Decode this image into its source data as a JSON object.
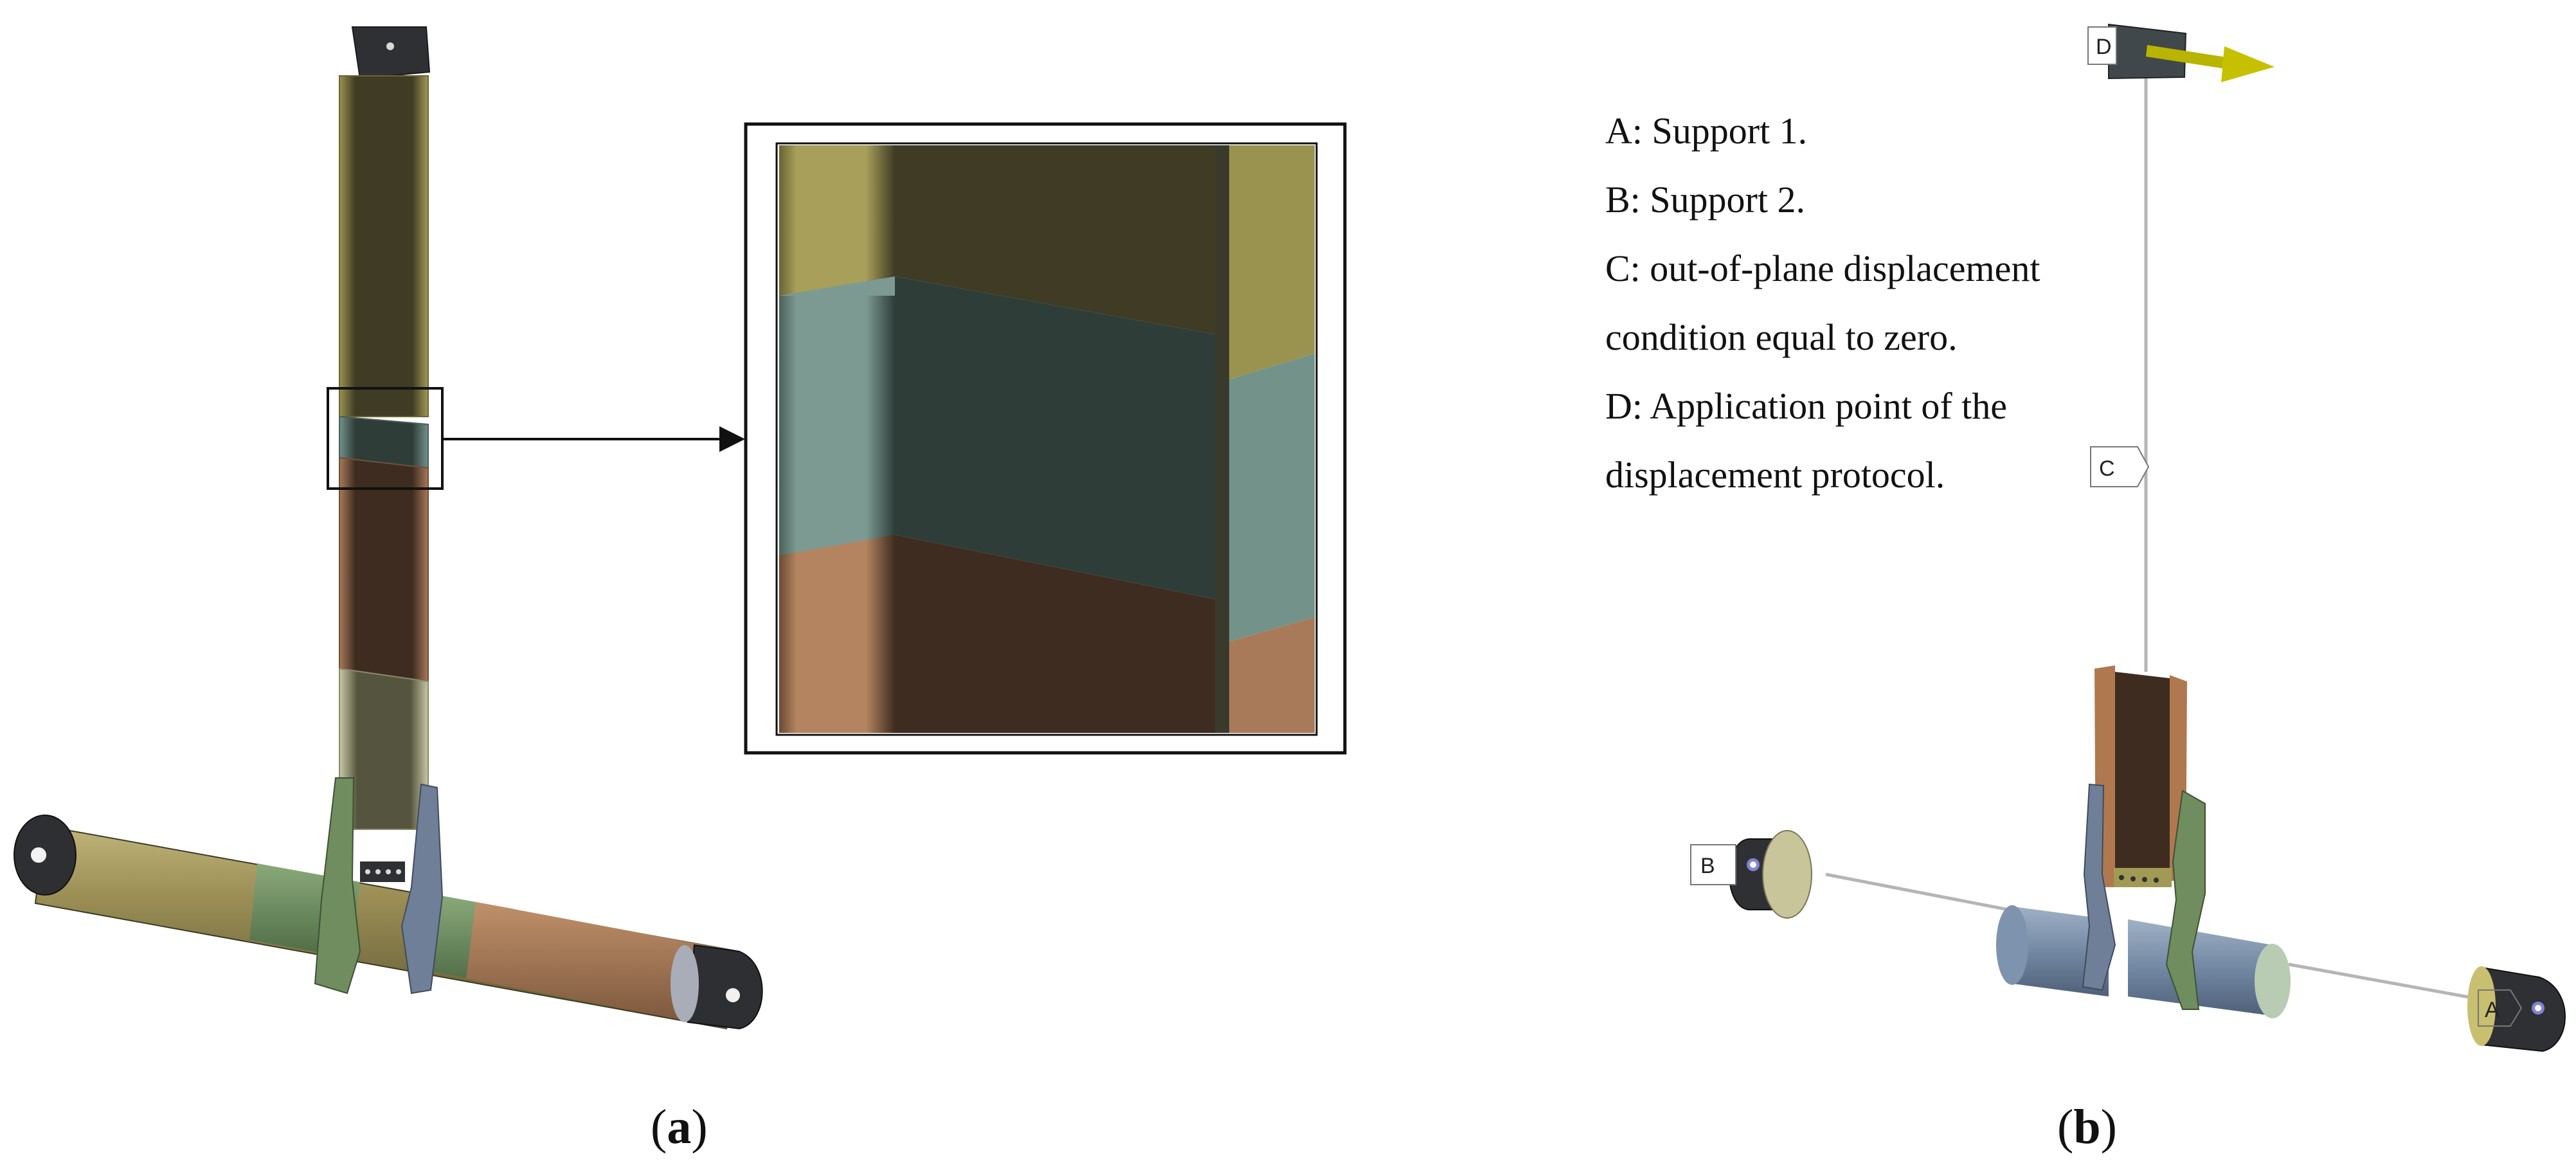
{
  "legend": {
    "line1": "A: Support 1.",
    "line2": "B: Support 2.",
    "line3": "C: out-of-plane displacement",
    "line4": "condition equal to zero.",
    "line5": "D: Application point of the",
    "line6": "displacement protocol."
  },
  "labels": {
    "A": "A",
    "B": "B",
    "C": "C",
    "D": "D"
  },
  "captions": {
    "a_letter": "a",
    "b_letter": "b"
  },
  "colors": {
    "yellow_section": "#8f8a48",
    "dark_web": "#3f3b24",
    "teal_band": "#73928a",
    "copper_section": "#a87a5a",
    "green_plate": "#6f8d5f",
    "blue_plate": "#6f7f98",
    "steel_gray": "#4b4f56",
    "arrow_yellow": "#b9b400"
  }
}
